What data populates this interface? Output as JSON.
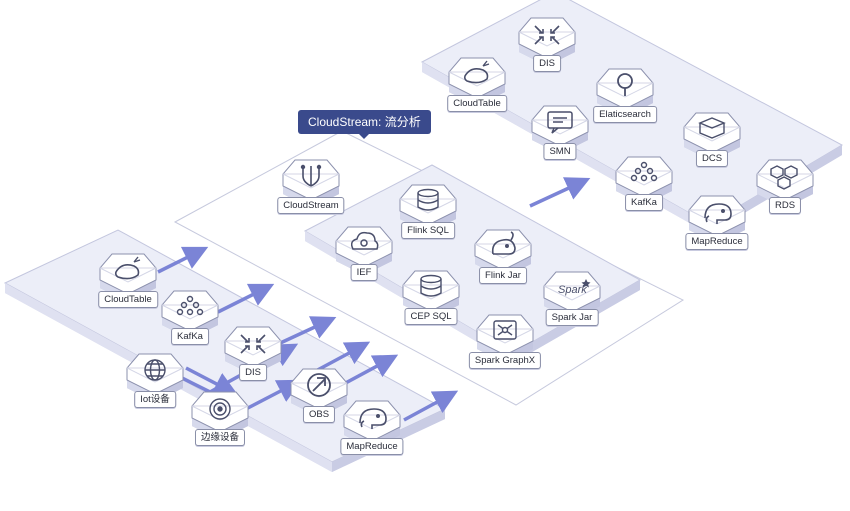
{
  "title": "CloudStream: 流分析",
  "colors": {
    "arrow": "#7b84d6",
    "platform": "#eceef8",
    "tag": "#3a4a8c"
  },
  "sources": [
    {
      "label": "CloudTable",
      "icon": "whale-icon"
    },
    {
      "label": "KafKa",
      "icon": "network-dots-icon"
    },
    {
      "label": "DIS",
      "icon": "crossed-arrows-icon"
    },
    {
      "label": "Iot设备",
      "icon": "globe-grid-icon"
    },
    {
      "label": "OBS",
      "icon": "upload-arrow-icon"
    },
    {
      "label": "边缘设备",
      "icon": "signal-icon"
    },
    {
      "label": "MapReduce",
      "icon": "elephant-icon"
    }
  ],
  "stream": {
    "service": {
      "label": "CloudStream",
      "icon": "pipeline-icon"
    },
    "engines": [
      {
        "label": "Flink SQL",
        "icon": "database-icon"
      },
      {
        "label": "IEF",
        "icon": "cloud-gear-icon"
      },
      {
        "label": "Flink Jar",
        "icon": "squirrel-icon"
      },
      {
        "label": "CEP SQL",
        "icon": "database-icon"
      },
      {
        "label": "Spark Jar",
        "icon": "spark-icon"
      },
      {
        "label": "Spark GraphX",
        "icon": "graph-icon"
      }
    ]
  },
  "targets": [
    {
      "label": "DIS",
      "icon": "crossed-arrows-icon"
    },
    {
      "label": "CloudTable",
      "icon": "whale-icon"
    },
    {
      "label": "Elaticsearch",
      "icon": "search-icon"
    },
    {
      "label": "SMN",
      "icon": "message-icon"
    },
    {
      "label": "DCS",
      "icon": "cache-icon"
    },
    {
      "label": "KafKa",
      "icon": "network-dots-icon"
    },
    {
      "label": "RDS",
      "icon": "hexagons-icon"
    },
    {
      "label": "MapReduce",
      "icon": "elephant-icon"
    }
  ]
}
